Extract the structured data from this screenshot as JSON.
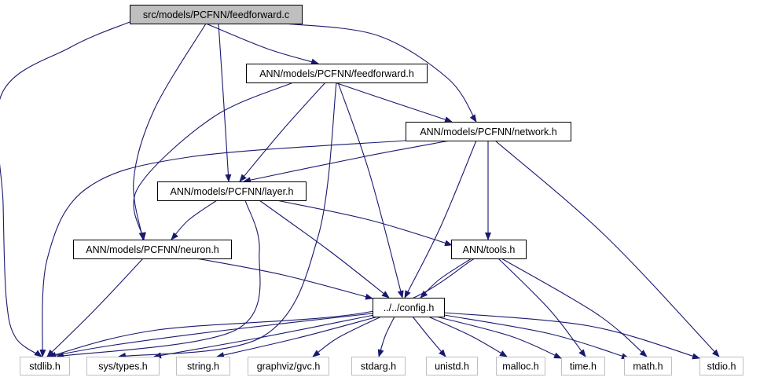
{
  "diagram": {
    "type": "include-dependency-graph",
    "colors": {
      "edge": "#191970",
      "root_fill": "#bfbfbf",
      "node_border": "#000000",
      "external_border": "#bfbfbf",
      "node_fill": "#ffffff"
    },
    "nodes": [
      {
        "id": "feedforward_c",
        "label": "src/models/PCFNN/feedforward.c",
        "kind": "root"
      },
      {
        "id": "feedforward_h",
        "label": "ANN/models/PCFNN/feedforward.h",
        "kind": "internal"
      },
      {
        "id": "network_h",
        "label": "ANN/models/PCFNN/network.h",
        "kind": "internal"
      },
      {
        "id": "layer_h",
        "label": "ANN/models/PCFNN/layer.h",
        "kind": "internal"
      },
      {
        "id": "neuron_h",
        "label": "ANN/models/PCFNN/neuron.h",
        "kind": "internal"
      },
      {
        "id": "tools_h",
        "label": "ANN/tools.h",
        "kind": "internal"
      },
      {
        "id": "config_h",
        "label": "../../config.h",
        "kind": "internal"
      },
      {
        "id": "stdlib_h",
        "label": "stdlib.h",
        "kind": "external"
      },
      {
        "id": "sys_types_h",
        "label": "sys/types.h",
        "kind": "external"
      },
      {
        "id": "string_h",
        "label": "string.h",
        "kind": "external"
      },
      {
        "id": "gvc_h",
        "label": "graphviz/gvc.h",
        "kind": "external"
      },
      {
        "id": "stdarg_h",
        "label": "stdarg.h",
        "kind": "external"
      },
      {
        "id": "unistd_h",
        "label": "unistd.h",
        "kind": "external"
      },
      {
        "id": "malloc_h",
        "label": "malloc.h",
        "kind": "external"
      },
      {
        "id": "time_h",
        "label": "time.h",
        "kind": "external"
      },
      {
        "id": "math_h",
        "label": "math.h",
        "kind": "external"
      },
      {
        "id": "stdio_h",
        "label": "stdio.h",
        "kind": "external"
      }
    ],
    "edges": [
      {
        "from": "feedforward_c",
        "to": "stdlib_h"
      },
      {
        "from": "feedforward_c",
        "to": "feedforward_h"
      },
      {
        "from": "feedforward_c",
        "to": "network_h"
      },
      {
        "from": "feedforward_c",
        "to": "layer_h"
      },
      {
        "from": "feedforward_c",
        "to": "neuron_h"
      },
      {
        "from": "feedforward_h",
        "to": "network_h"
      },
      {
        "from": "feedforward_h",
        "to": "layer_h"
      },
      {
        "from": "feedforward_h",
        "to": "neuron_h"
      },
      {
        "from": "feedforward_h",
        "to": "config_h"
      },
      {
        "from": "feedforward_h",
        "to": "sys_types_h"
      },
      {
        "from": "network_h",
        "to": "layer_h"
      },
      {
        "from": "network_h",
        "to": "stdlib_h"
      },
      {
        "from": "network_h",
        "to": "tools_h"
      },
      {
        "from": "network_h",
        "to": "config_h"
      },
      {
        "from": "network_h",
        "to": "stdio_h"
      },
      {
        "from": "layer_h",
        "to": "neuron_h"
      },
      {
        "from": "layer_h",
        "to": "tools_h"
      },
      {
        "from": "layer_h",
        "to": "config_h"
      },
      {
        "from": "layer_h",
        "to": "sys_types_h"
      },
      {
        "from": "neuron_h",
        "to": "stdlib_h"
      },
      {
        "from": "neuron_h",
        "to": "config_h"
      },
      {
        "from": "tools_h",
        "to": "config_h"
      },
      {
        "from": "tools_h",
        "to": "stdlib_h"
      },
      {
        "from": "tools_h",
        "to": "time_h"
      },
      {
        "from": "tools_h",
        "to": "math_h"
      },
      {
        "from": "config_h",
        "to": "stdlib_h"
      },
      {
        "from": "config_h",
        "to": "sys_types_h"
      },
      {
        "from": "config_h",
        "to": "string_h"
      },
      {
        "from": "config_h",
        "to": "gvc_h"
      },
      {
        "from": "config_h",
        "to": "stdarg_h"
      },
      {
        "from": "config_h",
        "to": "unistd_h"
      },
      {
        "from": "config_h",
        "to": "malloc_h"
      },
      {
        "from": "config_h",
        "to": "time_h"
      },
      {
        "from": "config_h",
        "to": "math_h"
      },
      {
        "from": "config_h",
        "to": "stdio_h"
      }
    ]
  }
}
